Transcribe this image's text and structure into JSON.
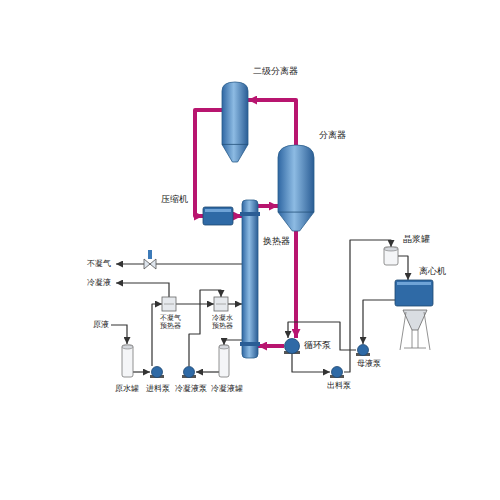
{
  "diagram": {
    "nodes": [
      {
        "text": [
          "二级分离器"
        ]
      },
      {
        "text": [
          "分离器"
        ]
      },
      {
        "text": [
          "压缩机"
        ]
      },
      {
        "text": [
          "换热器"
        ]
      },
      {
        "text": [
          "不凝气预热器"
        ]
      },
      {
        "text": [
          "冷凝水预热器"
        ]
      },
      {
        "text": [
          "循环泵"
        ]
      },
      {
        "text": [
          "晶浆罐"
        ]
      },
      {
        "text": [
          "离心机"
        ]
      },
      {
        "text": [
          "母液泵"
        ]
      },
      {
        "text": [
          "出料泵"
        ]
      },
      {
        "text": [
          "原水罐"
        ]
      },
      {
        "text": [
          "进料泵"
        ]
      },
      {
        "text": [
          "冷凝液泵"
        ]
      },
      {
        "text": [
          "冷凝液罐"
        ]
      }
    ],
    "edges": [
      {
        "from": 1,
        "to": 0,
        "arrow": "to"
      },
      {
        "from": 0,
        "to": 2,
        "arrow": "to"
      },
      {
        "from": 2,
        "to": 3,
        "arrow": "to"
      },
      {
        "from": 3,
        "to": 1,
        "arrow": "to"
      },
      {
        "from": 1,
        "to": 6,
        "arrow": "to"
      },
      {
        "from": 6,
        "to": 3,
        "arrow": "to"
      },
      {
        "from": 11,
        "to": 12,
        "arrow": "to"
      },
      {
        "from": 12,
        "to": 4,
        "arrow": "to"
      },
      {
        "from": 4,
        "to": 5,
        "arrow": "to"
      },
      {
        "from": 5,
        "to": 3,
        "arrow": "to"
      },
      {
        "from": 3,
        "to": 14,
        "arrow": "to"
      },
      {
        "from": 14,
        "to": 13,
        "arrow": "to"
      },
      {
        "from": 13,
        "to": 5,
        "arrow": "to"
      },
      {
        "from": 6,
        "to": 10,
        "arrow": "to"
      },
      {
        "from": 10,
        "to": 7,
        "arrow": "to"
      },
      {
        "from": 7,
        "to": 8,
        "arrow": "to"
      },
      {
        "from": 8,
        "to": 9,
        "arrow": "to"
      },
      {
        "from": 9,
        "to": 6,
        "arrow": "to"
      }
    ],
    "labels": [
      "不凝气",
      "冷凝液",
      "原液"
    ]
  }
}
